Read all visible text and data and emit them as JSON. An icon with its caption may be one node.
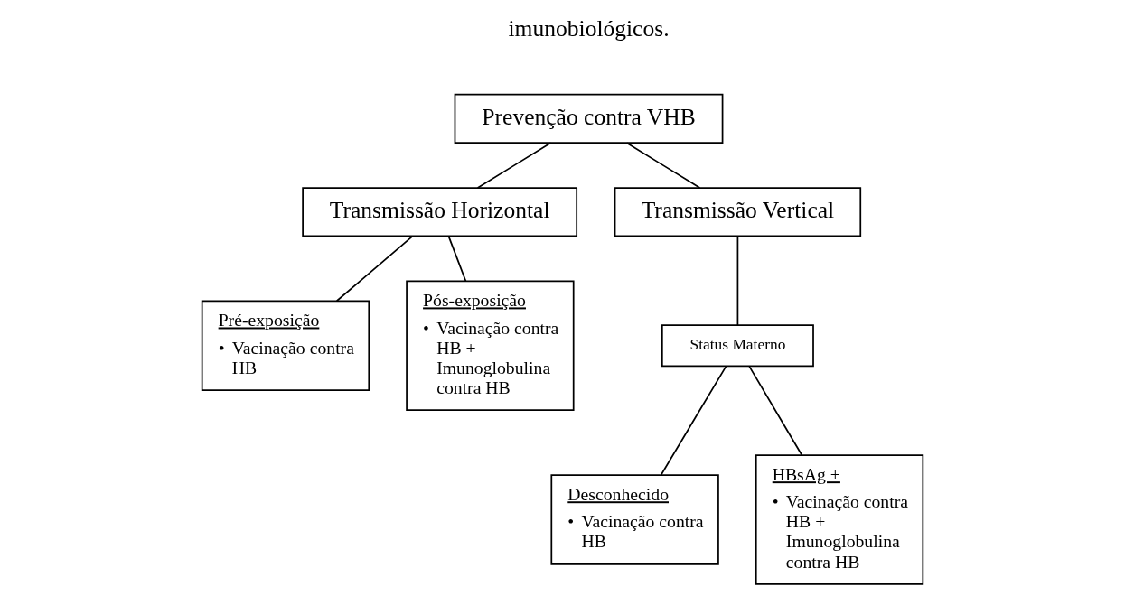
{
  "diagram": {
    "nodes": [
      {
        "text": [
          "Prevenção contra VHB"
        ]
      },
      {
        "text": [
          "Transmissão Horizontal"
        ]
      },
      {
        "text": [
          "Transmissão Vertical"
        ]
      },
      {
        "text": [
          "Pré-exposição",
          "•",
          "Vacinação contra HB"
        ]
      },
      {
        "text": [
          "Pós-exposição",
          "•",
          "Vacinação contra HB + Imunoglobulina contra HB"
        ]
      },
      {
        "text": [
          "Status Materno"
        ]
      },
      {
        "text": [
          "Desconhecido",
          "•",
          "Vacinação contra HB"
        ]
      },
      {
        "text": [
          "HBsAg +",
          "•",
          "Vacinação contra HB + Imunoglobulina contra HB"
        ]
      }
    ],
    "edges": [
      {
        "from": 0,
        "to": 1,
        "arrow": "none"
      },
      {
        "from": 0,
        "to": 2,
        "arrow": "none"
      },
      {
        "from": 1,
        "to": 3,
        "arrow": "none"
      },
      {
        "from": 1,
        "to": 4,
        "arrow": "none"
      },
      {
        "from": 2,
        "to": 5,
        "arrow": "none"
      },
      {
        "from": 5,
        "to": 6,
        "arrow": "none"
      },
      {
        "from": 5,
        "to": 7,
        "arrow": "none"
      }
    ],
    "labels": [
      "imunobiológicos."
    ]
  }
}
